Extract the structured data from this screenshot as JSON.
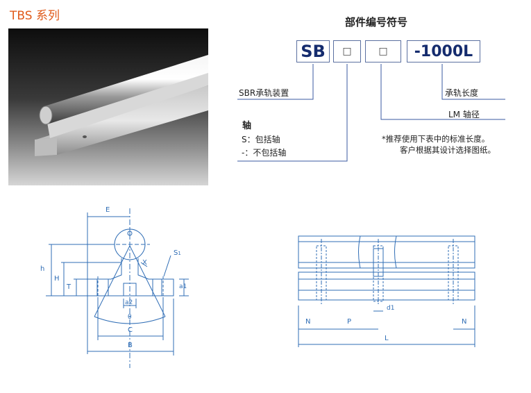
{
  "header": {
    "title": "TBS 系列"
  },
  "part_number": {
    "heading": "部件编号符号",
    "prefix": "SB",
    "box1": "□",
    "box2": "□",
    "suffix": "-1000L",
    "labels": {
      "base": "SBR承轨装置",
      "length": "承轨长度",
      "lm_diameter": "LM  轴径",
      "shaft_heading": "轴",
      "shaft_included": "S：包括轴",
      "shaft_excluded": "-：不包括轴"
    },
    "notes": [
      "*推荐使用下表中的标准长度。",
      "客户根据其设计选择图纸。"
    ]
  },
  "drawing_left": {
    "labels": {
      "E": "E",
      "h": "h",
      "H": "H",
      "T": "T",
      "S1": "S",
      "S1_sub": "1",
      "X": "X",
      "a1": "a1",
      "a2": "a2",
      "theta": "θ",
      "C": "C",
      "B": "B"
    }
  },
  "drawing_right": {
    "labels": {
      "N_left": "N",
      "P": "P",
      "d1": "d1",
      "N_right": "N",
      "L": "L"
    }
  },
  "colors": {
    "title": "#e05a1a",
    "drawing": "#2f6db5",
    "box_text": "#152c6e",
    "box_border": "#5a6fa0"
  }
}
